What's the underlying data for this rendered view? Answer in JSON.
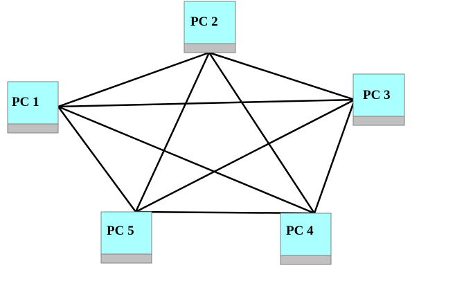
{
  "diagram": {
    "type": "full-mesh-topology",
    "colors": {
      "background": "#ffffff",
      "screen": "#aaffff",
      "base": "#c0c0c0",
      "outline": "#808080",
      "line": "#000000"
    },
    "nodes": [
      {
        "id": "pc1",
        "label": "PC 1"
      },
      {
        "id": "pc2",
        "label": "PC 2"
      },
      {
        "id": "pc3",
        "label": "PC 3"
      },
      {
        "id": "pc4",
        "label": "PC 4"
      },
      {
        "id": "pc5",
        "label": "PC 5"
      }
    ],
    "links": [
      [
        "pc1",
        "pc2"
      ],
      [
        "pc1",
        "pc3"
      ],
      [
        "pc1",
        "pc4"
      ],
      [
        "pc1",
        "pc5"
      ],
      [
        "pc2",
        "pc3"
      ],
      [
        "pc2",
        "pc4"
      ],
      [
        "pc2",
        "pc5"
      ],
      [
        "pc3",
        "pc4"
      ],
      [
        "pc3",
        "pc5"
      ],
      [
        "pc4",
        "pc5"
      ]
    ]
  }
}
